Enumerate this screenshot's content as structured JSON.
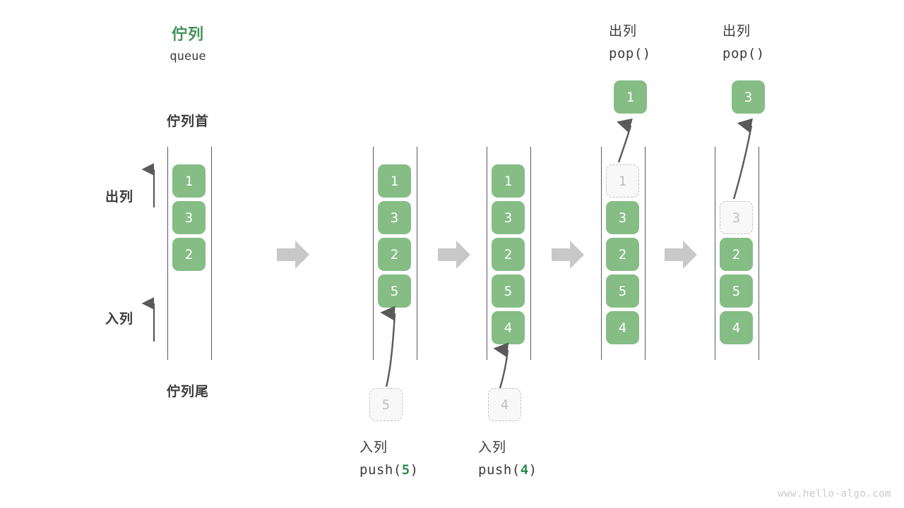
{
  "title": {
    "cn": "佇列",
    "en": "queue"
  },
  "labels": {
    "head": "佇列首",
    "tail": "佇列尾",
    "pop_side": "出列",
    "push_side": "入列"
  },
  "colors": {
    "element_green": "#85bd85",
    "title_green": "#44925a",
    "code_green": "#2e8b50",
    "ghost_fill": "#f8f8f8",
    "ghost_border": "#c2c2c2",
    "rail": "#5a5a5a",
    "step_arrow": "#c8c8c8",
    "curve_arrow": "#5a5a5a",
    "text": "#3c3c3c",
    "watermark": "#c9c9c9"
  },
  "columns": [
    {
      "id": "initial",
      "elements": [
        "1",
        "3",
        "2"
      ],
      "ghost_index": -1,
      "caption_cn": "",
      "caption_code": "",
      "caption_arg": ""
    },
    {
      "id": "after-push-5",
      "elements": [
        "1",
        "3",
        "2",
        "5"
      ],
      "ghost_index": -1,
      "incoming_value": "5",
      "caption_cn": "入列",
      "caption_code": "push(",
      "caption_arg": "5",
      "caption_code_end": ")"
    },
    {
      "id": "after-push-4",
      "elements": [
        "1",
        "3",
        "2",
        "5",
        "4"
      ],
      "ghost_index": -1,
      "incoming_value": "4",
      "caption_cn": "入列",
      "caption_code": "push(",
      "caption_arg": "4",
      "caption_code_end": ")"
    },
    {
      "id": "pop-1",
      "elements": [
        "1",
        "3",
        "2",
        "5",
        "4"
      ],
      "ghost_index": 0,
      "popped_value": "1",
      "caption_cn": "出列",
      "caption_code": "pop()"
    },
    {
      "id": "pop-3",
      "elements": [
        "3",
        "2",
        "5",
        "4"
      ],
      "ghost_index": 0,
      "popped_value": "3",
      "caption_cn": "出列",
      "caption_code": "pop()"
    }
  ],
  "watermark": "www.hello-algo.com"
}
